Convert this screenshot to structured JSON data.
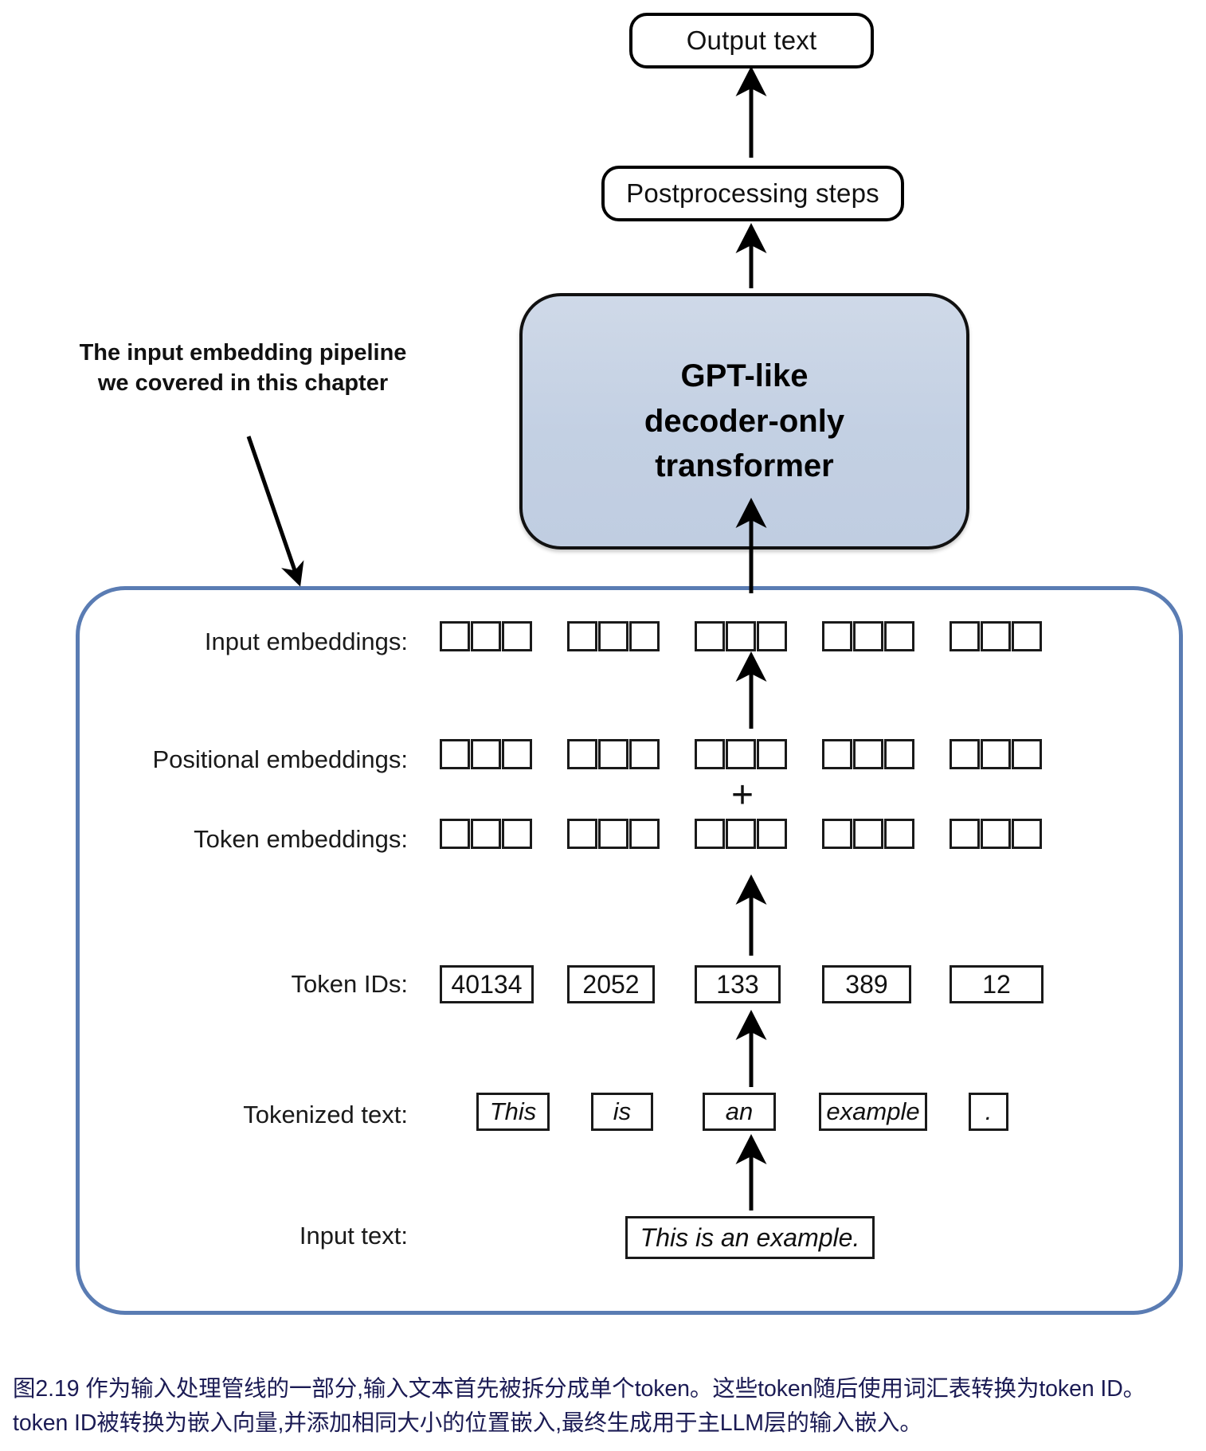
{
  "figure": {
    "title_flow": {
      "output_text": "Output text",
      "postprocessing": "Postprocessing steps",
      "transformer_line1": "GPT-like",
      "transformer_line2": "decoder-only",
      "transformer_line3": "transformer"
    },
    "annotation": {
      "line1": "The input embedding pipeline",
      "line2": "we covered in this chapter"
    },
    "rows": {
      "input_embeddings_label": "Input embeddings:",
      "positional_embeddings_label": "Positional embeddings:",
      "token_embeddings_label": "Token embeddings:",
      "token_ids_label": "Token IDs:",
      "tokenized_text_label": "Tokenized text:",
      "input_text_label": "Input text:"
    },
    "plus_symbol": "+",
    "embedding_cells_per_group": 3,
    "embedding_groups": 5,
    "token_ids": [
      "40134",
      "2052",
      "133",
      "389",
      "12"
    ],
    "tokens": [
      "This",
      "is",
      "an",
      "example",
      "."
    ],
    "input_text": "This is an example.",
    "caption": "图2.19 作为输入处理管线的一部分,输入文本首先被拆分成单个token。这些token随后使用词汇表转换为token ID。token ID被转换为嵌入向量,并添加相同大小的位置嵌入,最终生成用于主LLM层的输入嵌入。",
    "colors": {
      "transformer_fill": "#c4d0e3",
      "pipeline_border": "#5a7cb3",
      "caption_text": "#1b1b54",
      "outline": "#1a1a1a"
    }
  }
}
